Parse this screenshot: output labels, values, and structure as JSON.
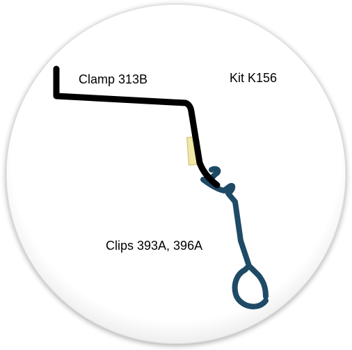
{
  "labels": {
    "clamp": "Clamp 313B",
    "kit": "Kit K156",
    "clips": "Clips 393A, 396A"
  },
  "colors": {
    "background": "#ffffff",
    "disc_fill": "#ffffff",
    "disc_shadow": "#c8c8c8",
    "clamp_stroke": "#000000",
    "clip_stroke": "#1f4a66",
    "pad_fill": "#f1e7a6",
    "pad_stroke": "#c9bb6a"
  }
}
